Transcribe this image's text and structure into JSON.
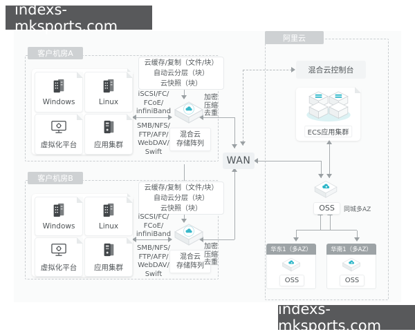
{
  "watermarks": {
    "top_left": "indexs-mksports.com",
    "bottom_right": "indexs-mksports.com"
  },
  "rooms": {
    "a": {
      "title": "客户机房A",
      "tiles": [
        "Windows",
        "Linux",
        "虚拟化平台",
        "应用集群"
      ]
    },
    "b": {
      "title": "客户机房B",
      "tiles": [
        "Windows",
        "Linux",
        "虚拟化平台",
        "应用集群"
      ]
    }
  },
  "links": {
    "a": {
      "caption": [
        "云缓存/复制（文件/块）",
        "自动云分层（块）",
        "云快照（块）"
      ],
      "block_protocols": [
        "iSCSI/FC/",
        "FCoE/",
        "infiniBand"
      ],
      "file_protocols": [
        "SMB/NFS/",
        "FTP/AFP/",
        "WebDAV/",
        "Swift"
      ],
      "array_label": [
        "混合云",
        "存储阵列"
      ],
      "wan_features": [
        "加密",
        "压缩",
        "去重"
      ]
    },
    "b": {
      "caption": [
        "云缓存/复制（文件/块）",
        "自动云分层（块）",
        "云快照（块）"
      ],
      "block_protocols": [
        "iSCSI/FC/",
        "FCoE/",
        "infiniBand"
      ],
      "file_protocols": [
        "SMB/NFS/",
        "FTP/AFP/",
        "WebDAV/",
        "Swift"
      ],
      "array_label": [
        "混合云",
        "存储阵列"
      ],
      "wan_features": [
        "加密",
        "压缩",
        "去重"
      ]
    }
  },
  "wan": {
    "label": "WAN"
  },
  "cloud": {
    "title": "阿里云",
    "console_label": "混合云控制台",
    "ecs_label": "ECS应用集群",
    "oss": {
      "label": "OSS",
      "note": "同城多AZ"
    },
    "regions": [
      {
        "title": "华东1（多AZ）",
        "label": "OSS"
      },
      {
        "title": "华南1（多AZ）",
        "label": "OSS"
      }
    ]
  },
  "colors": {
    "accent_teal": "#39b8c9",
    "banner_bg": "#58595b",
    "tab_gray": "#ced1d3",
    "region_head_gray": "#9da3a6"
  }
}
